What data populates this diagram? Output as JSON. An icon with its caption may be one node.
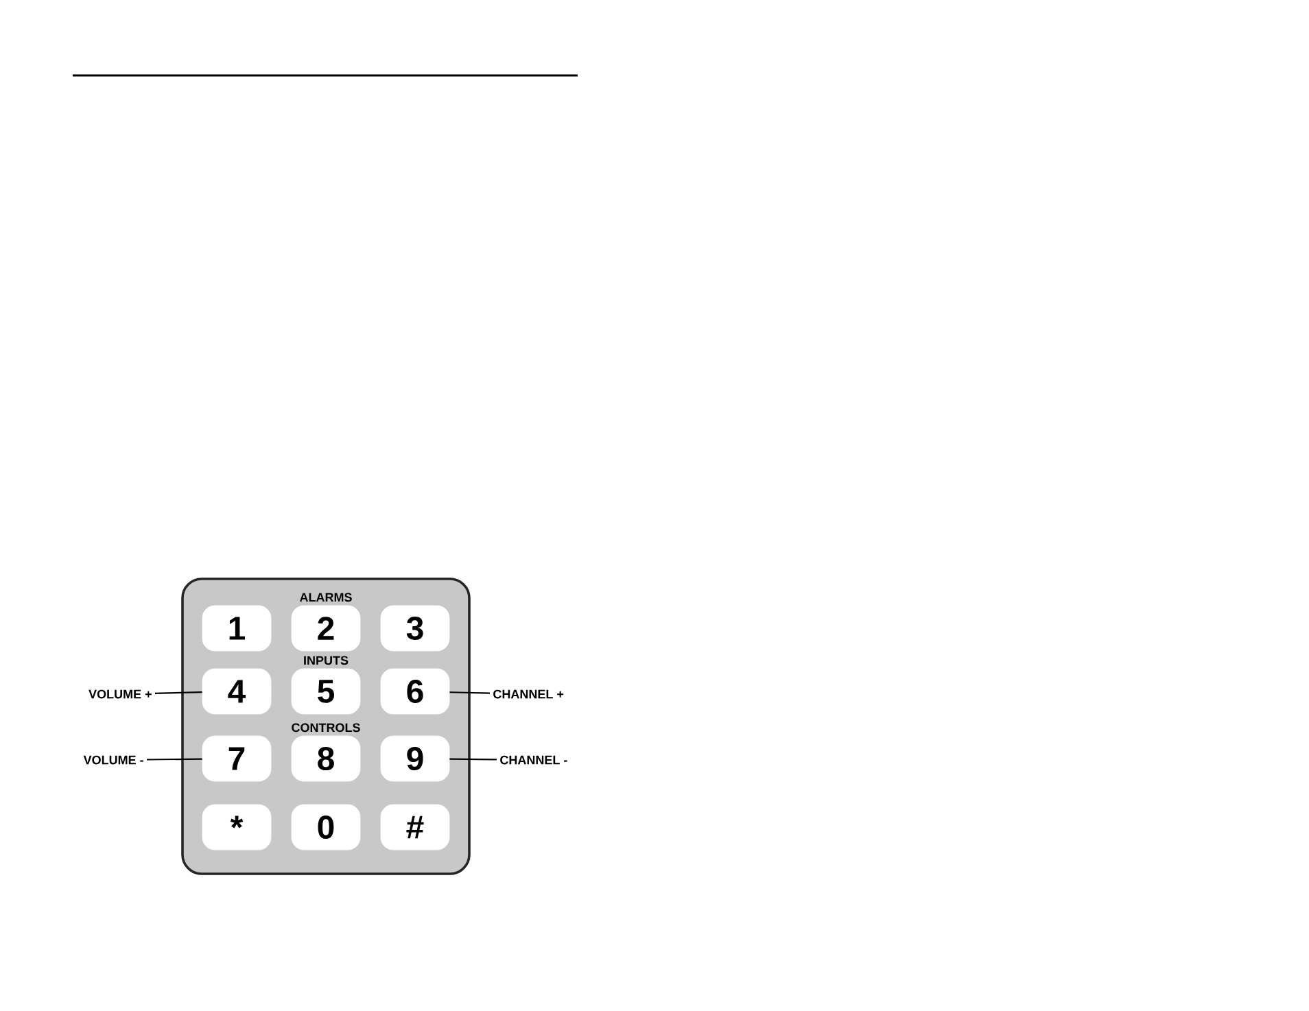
{
  "diagram": {
    "nodes": [
      {
        "text": [],
        "shape": "box"
      },
      {
        "text": [
          "1"
        ],
        "in": 0
      },
      {
        "text": [
          "2"
        ],
        "in": 0,
        "beside": [
          "ALARMS"
        ]
      },
      {
        "text": [
          "3"
        ],
        "in": 0
      },
      {
        "text": [
          "4"
        ],
        "in": 0
      },
      {
        "text": [
          "5"
        ],
        "in": 0,
        "beside": [
          "INPUTS"
        ]
      },
      {
        "text": [
          "6"
        ],
        "in": 0
      },
      {
        "text": [
          "7"
        ],
        "in": 0
      },
      {
        "text": [
          "8"
        ],
        "in": 0,
        "beside": [
          "CONTROLS"
        ]
      },
      {
        "text": [
          "9"
        ],
        "in": 0
      },
      {
        "text": [
          "*"
        ],
        "in": 0
      },
      {
        "text": [
          "0"
        ],
        "in": 0
      },
      {
        "text": [
          "#"
        ],
        "in": 0
      },
      {
        "text": [
          "VOLUME +"
        ]
      },
      {
        "text": [
          "CHANNEL +"
        ]
      },
      {
        "text": [
          "VOLUME -"
        ]
      },
      {
        "text": [
          "CHANNEL -"
        ]
      }
    ],
    "edges": [
      {
        "from": 13,
        "to": 4,
        "arrow": "none"
      },
      {
        "from": 14,
        "to": 6,
        "arrow": "none"
      },
      {
        "from": 15,
        "to": 7,
        "arrow": "none"
      },
      {
        "from": 16,
        "to": 9,
        "arrow": "none"
      }
    ]
  }
}
